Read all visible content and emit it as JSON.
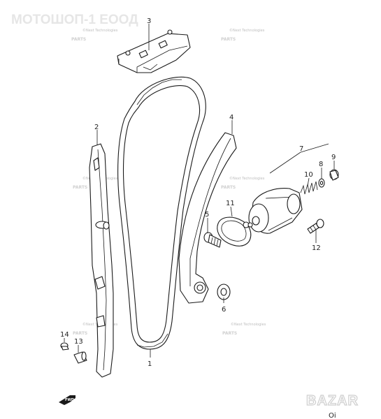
{
  "shop_watermark": "МОТОШОП-1 ЕООД",
  "brand_watermark": "BAZAR",
  "repeat_watermark": {
    "line1": "©Next Technologies",
    "line2": "PARTS"
  },
  "forward_arrow_label": "FWD",
  "bottom_partial_text": "Oi",
  "callouts": [
    "1",
    "2",
    "3",
    "4",
    "5",
    "6",
    "7",
    "8",
    "9",
    "10",
    "11",
    "12",
    "13",
    "14"
  ]
}
